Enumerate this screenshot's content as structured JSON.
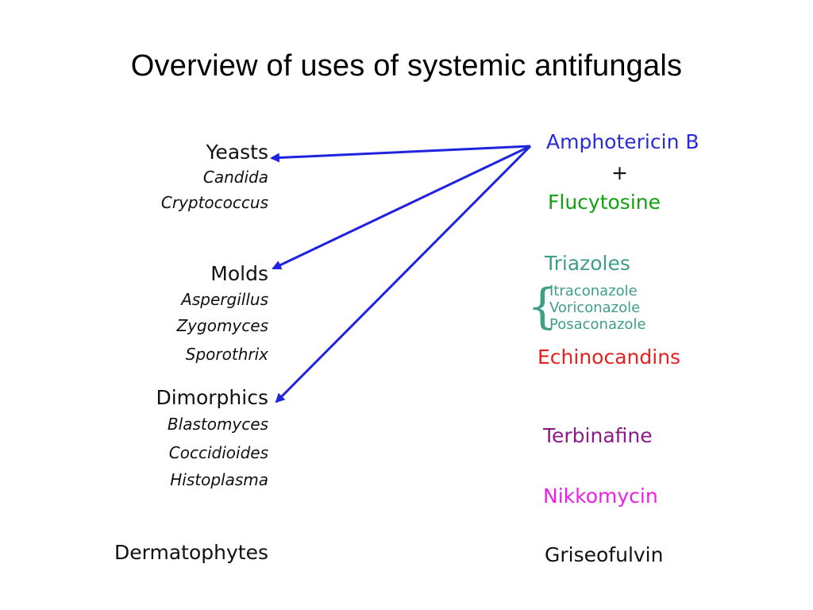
{
  "title": "Overview of uses of systemic antifungals",
  "organisms": {
    "yeasts": {
      "label": "Yeasts",
      "items": [
        "Candida",
        "Cryptococcus"
      ]
    },
    "molds": {
      "label": "Molds",
      "items": [
        "Aspergillus",
        "Zygomyces",
        "Sporothrix"
      ]
    },
    "dimorphics": {
      "label": "Dimorphics",
      "items": [
        "Blastomyces",
        "Coccidioides",
        "Histoplasma"
      ]
    },
    "dermatophytes": {
      "label": "Dermatophytes"
    }
  },
  "drugs": {
    "amphotericin": {
      "label": "Amphotericin B",
      "color": "#2b2bd9"
    },
    "plus": {
      "label": "+",
      "color": "#111111"
    },
    "flucytosine": {
      "label": "Flucytosine",
      "color": "#12a012"
    },
    "triazoles": {
      "label": "Triazoles",
      "color": "#3f9e86",
      "brace": "{",
      "items": [
        "Itraconazole",
        "Voriconazole",
        "Posaconazole"
      ]
    },
    "echinocandins": {
      "label": "Echinocandins",
      "color": "#e8201e"
    },
    "terbinafine": {
      "label": "Terbinafine",
      "color": "#8b1a8b"
    },
    "nikkomycin": {
      "label": "Nikkomycin",
      "color": "#ee1ee8"
    },
    "griseofulvin": {
      "label": "Griseofulvin",
      "color": "#111111"
    }
  },
  "arrows": {
    "color": "#1f23e0",
    "from": "Amphotericin B",
    "to": [
      "Yeasts",
      "Molds",
      "Dimorphics"
    ]
  }
}
